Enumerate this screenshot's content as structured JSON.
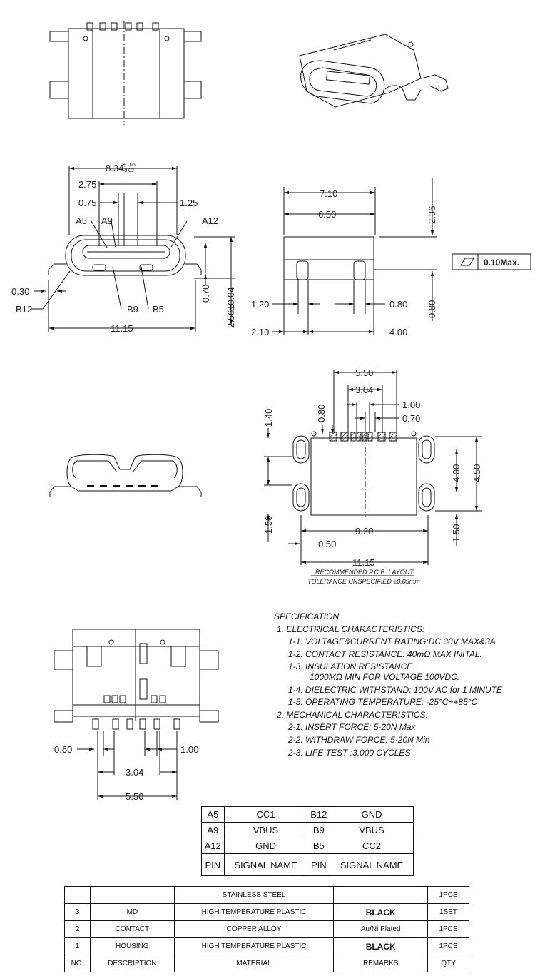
{
  "dims_top": {
    "w": "8.34",
    "w_tol_up": "+0.06",
    "w_tol_dn": "-0.02",
    "d275": "2.75",
    "d075": "0.75",
    "d125": "1.25",
    "total": "11.15",
    "d030": "0.30",
    "d070": "0.70",
    "h": "2.56±0.04"
  },
  "pins_front": {
    "a5": "A5",
    "a9": "A9",
    "a12": "A12",
    "b12": "B12",
    "b9": "B9",
    "b5": "B5"
  },
  "dims_side": {
    "d710": "7.10",
    "d650": "6.50",
    "d236": "2.36",
    "flatness_value": "0.10Max.",
    "d120": "1.20",
    "d080a": "0.80",
    "d080b": "0.80",
    "d210": "2.10",
    "d400": "4.00"
  },
  "pcb": {
    "d550": "5.50",
    "d304": "3.04",
    "d100": "1.00",
    "d070": "0.70",
    "d080": "0.80",
    "d140": "1.40",
    "d400": "4.00",
    "d450": "4.50",
    "d920": "9.20",
    "d150a": "1.50",
    "d150b": "1.50",
    "d050": "0.50",
    "d1115": "11.15",
    "caption1": "RECOMMENDED P.C.B. LAYOUT",
    "caption2": "TOLERANCE UNSPECIFIED ±0.05mm"
  },
  "bottom_view": {
    "d060": "0.60",
    "d100": "1.00",
    "d304": "3.04",
    "d550": "5.50"
  },
  "spec": {
    "title": "SPECIFICATION",
    "s1": "1. ELECTRICAL CHARACTERISTICS:",
    "s11": "1-1. VOLTAGE&CURRENT RATING:DC 30V MAX&3A",
    "s12": "1-2. CONTACT RESISTANCE: 40mΩ MAX INITAL.",
    "s13": "1-3. INSULATION RESISTANCE:",
    "s13b": "1000MΩ MIN FOR VOLTAGE 100VDC.",
    "s14": "1-4. DIELECTRIC WITHSTAND: 100V AC for 1 MINUTE",
    "s15": "1-5. OPERATING TEMPERATURE: -25°C~+85°C",
    "s2": "2. MECHANICAL CHARACTERISTICS:",
    "s21": "2-1. INSERT FORCE: 5-20N Max",
    "s22": "2-2. WITHDRAW FORCE: 5-20N Min",
    "s23": "2-3. LIFE TEST :3,000 CYCLES"
  },
  "pin_table": {
    "rows": [
      [
        "A5",
        "CC1",
        "B12",
        "GND"
      ],
      [
        "A9",
        "VBUS",
        "B9",
        "VBUS"
      ],
      [
        "A12",
        "GND",
        "B5",
        "CC2"
      ],
      [
        "PIN",
        "SIGNAL NAME",
        "PIN",
        "SIGNAL NAME"
      ]
    ]
  },
  "bom": {
    "rows": [
      [
        "",
        "",
        "STAINLESS STEEL",
        "",
        "1PCS"
      ],
      [
        "3",
        "MD",
        "HIGH TEMPERATURE PLASTIC",
        "BLACK",
        "1SET"
      ],
      [
        "2",
        "CONTACT",
        "COPPER ALLOY",
        "Au/Ni Plated",
        "1PCS"
      ],
      [
        "1",
        "HOUSING",
        "HIGH TEMPERATURE PLASTIC",
        "BLACK",
        "1PCS"
      ],
      [
        "NO.",
        "DESCRIPTION",
        "MATERIAL",
        "REMARKS",
        "QTY"
      ]
    ]
  }
}
